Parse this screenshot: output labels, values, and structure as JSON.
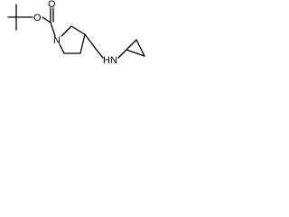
{
  "molecule": {
    "atoms": {
      "ether_oxygen": "O",
      "carbonyl_oxygen": "O",
      "ring_nitrogen": "N",
      "amine": "HN"
    }
  },
  "colors": {
    "background": "#ffffff",
    "bond": "#000000",
    "text": "#000000"
  }
}
